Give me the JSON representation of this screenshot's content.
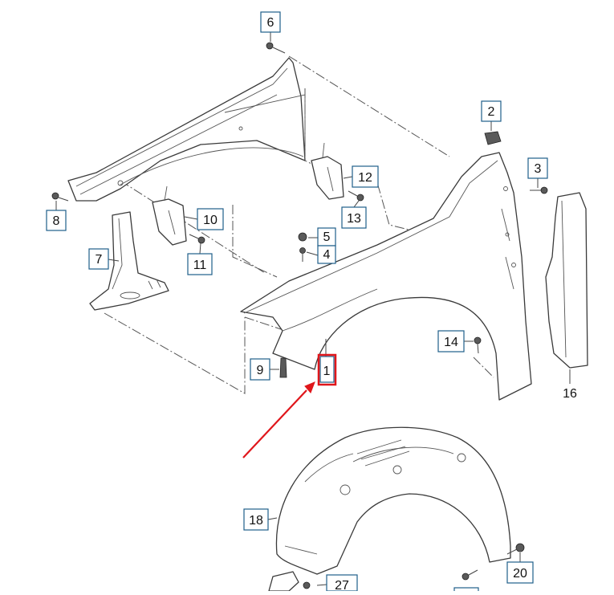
{
  "diagram": {
    "callouts": {
      "c1": "1",
      "c2": "2",
      "c3": "3",
      "c4": "4",
      "c5": "5",
      "c6": "6",
      "c7": "7",
      "c8": "8",
      "c9": "9",
      "c10": "10",
      "c11": "11",
      "c12": "12",
      "c13": "13",
      "c14": "14",
      "c16": "16",
      "c18": "18",
      "c20": "20",
      "c27": "27"
    },
    "highlighted_part": "1",
    "highlight_color": "#e0161b",
    "callout_border_color": "#1f5f8a"
  }
}
